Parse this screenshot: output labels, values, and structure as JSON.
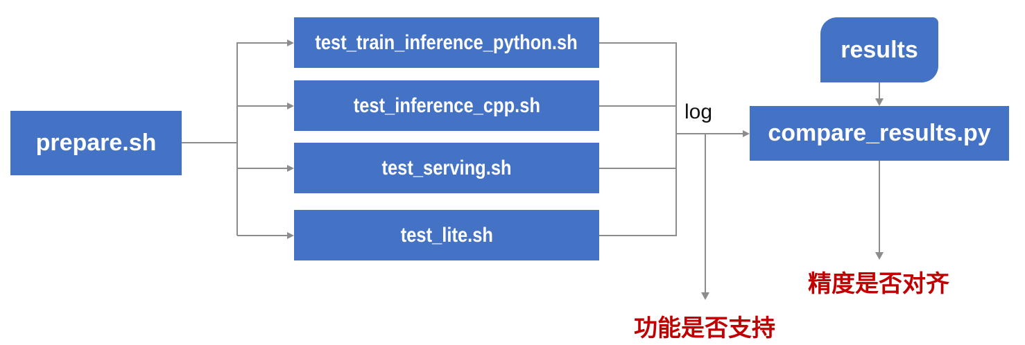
{
  "diagram": {
    "nodes": {
      "prepare": {
        "label": "prepare.sh"
      },
      "tests": [
        {
          "label": "test_train_inference_python.sh"
        },
        {
          "label": "test_inference_cpp.sh"
        },
        {
          "label": "test_serving.sh"
        },
        {
          "label": "test_lite.sh"
        }
      ],
      "results": {
        "label": "results"
      },
      "compare": {
        "label": "compare_results.py"
      }
    },
    "edge_labels": {
      "log": "log"
    },
    "outcomes": {
      "function_support": "功能是否支持",
      "precision_aligned": "精度是否对齐"
    },
    "colors": {
      "node_fill": "#4472C4",
      "node_text": "#FFFFFF",
      "connector": "#8C8C8C",
      "edge_label": "#111111",
      "outcome": "#C00000",
      "canvas_bg": "#FFFFFF"
    }
  }
}
